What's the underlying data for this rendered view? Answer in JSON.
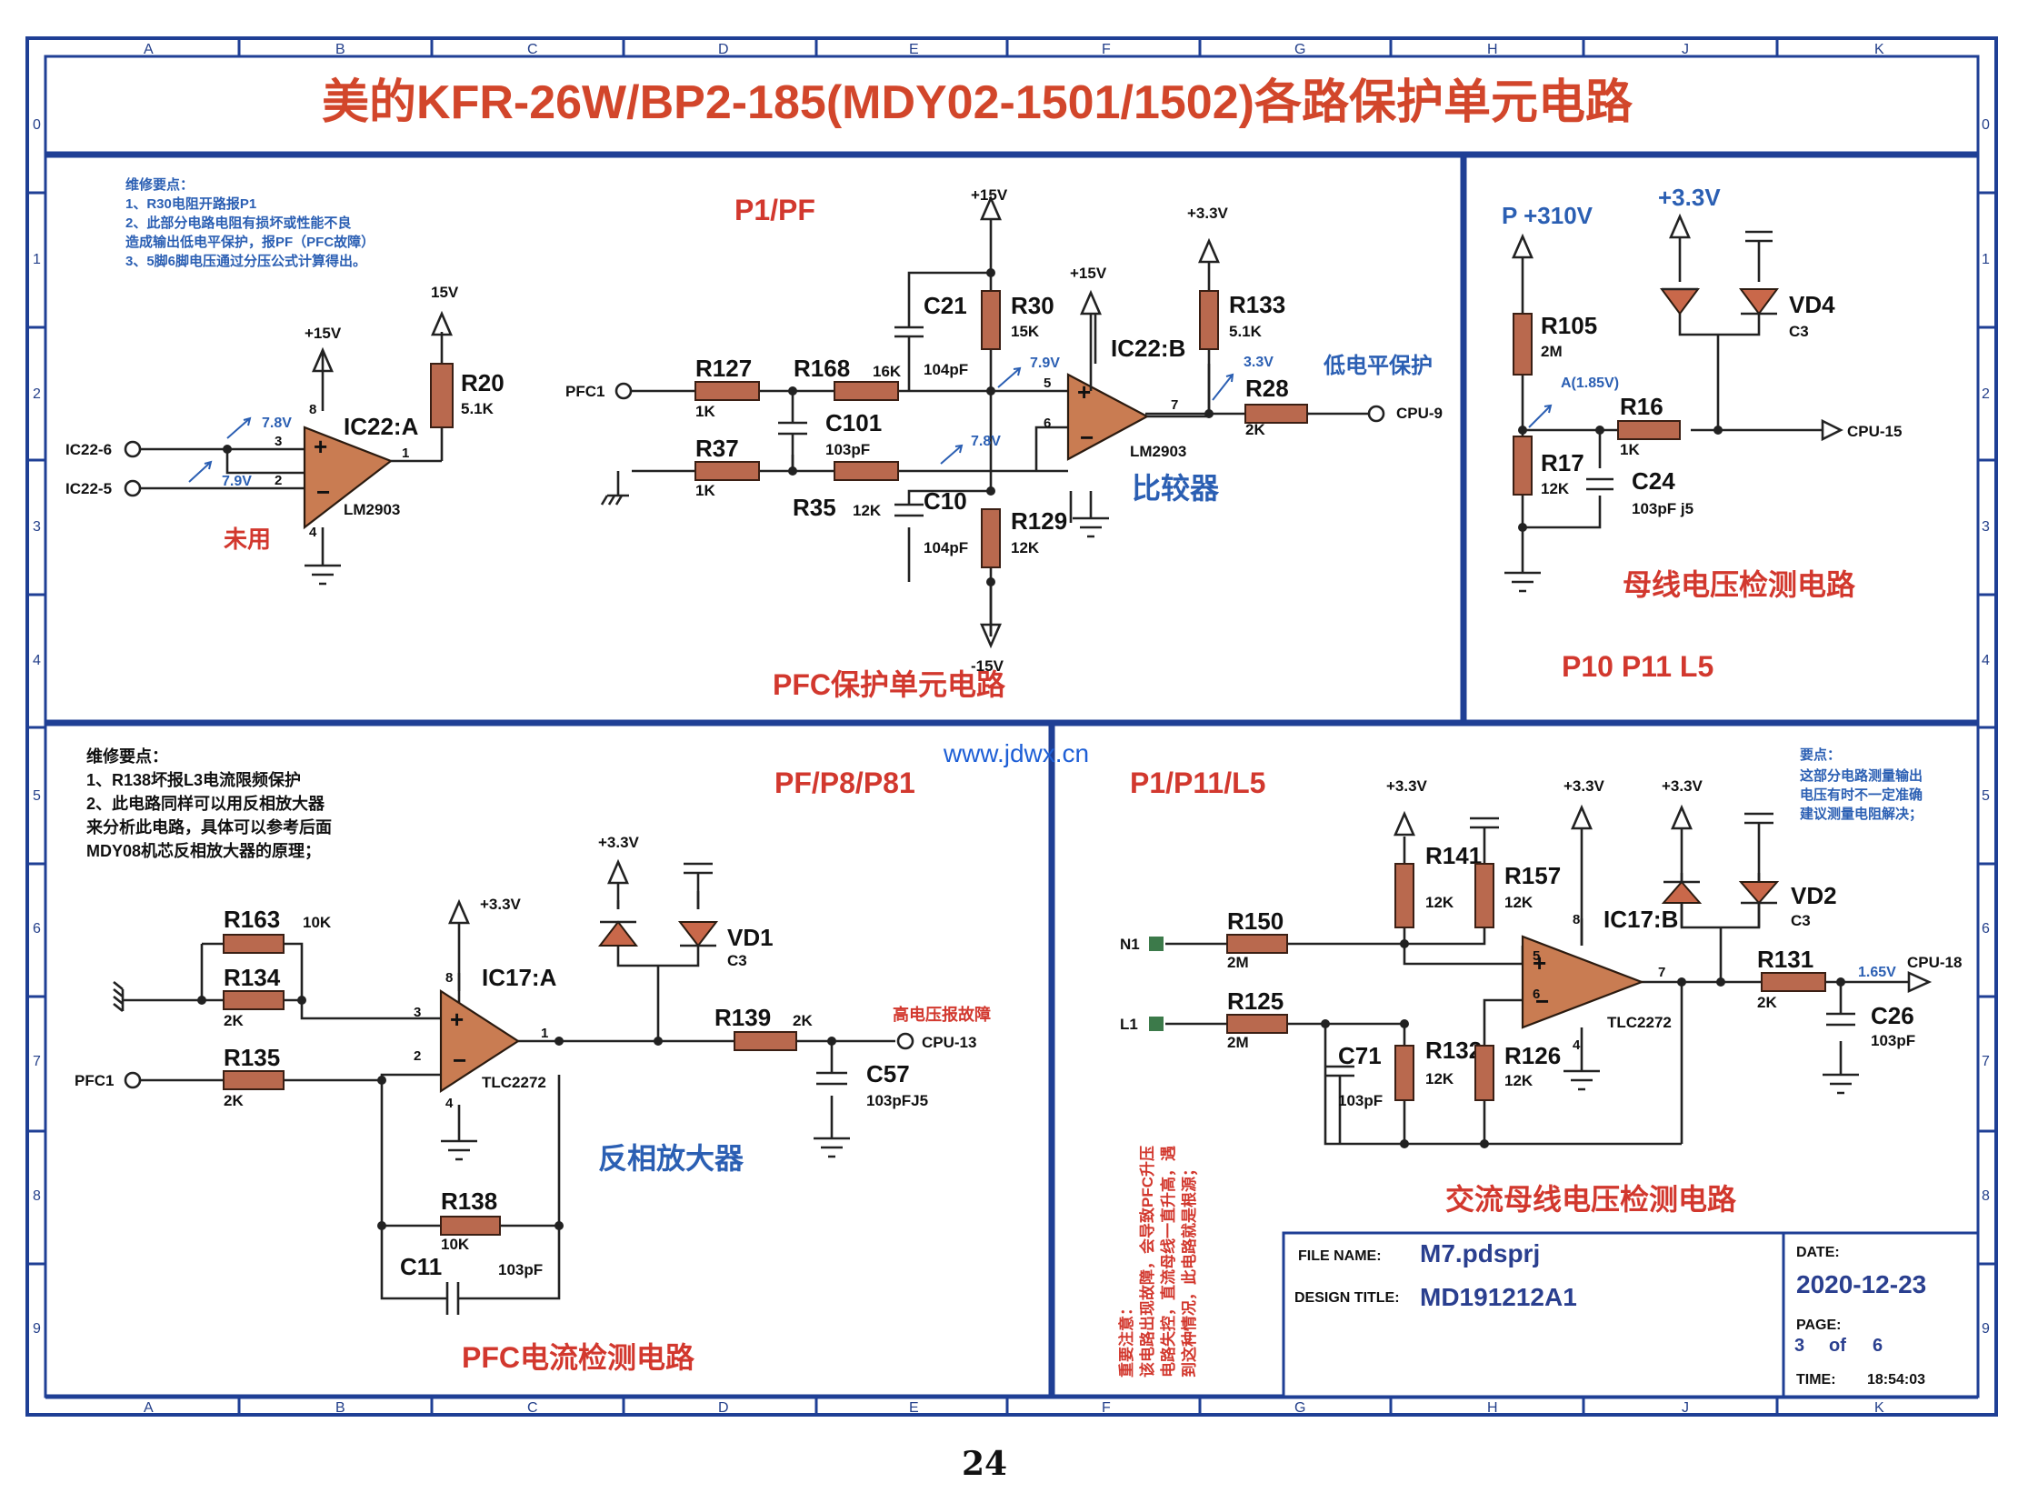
{
  "title": "美的KFR-26W/BP2-185(MDY02-1501/1502)各路保护单元电路",
  "watermark": "www.jdwx.cn",
  "page_number": "24",
  "grid": {
    "columns": [
      "A",
      "B",
      "C",
      "D",
      "E",
      "F",
      "G",
      "H",
      "J",
      "K"
    ],
    "rows": [
      "0",
      "1",
      "2",
      "3",
      "4",
      "5",
      "6",
      "7",
      "8",
      "9"
    ]
  },
  "notes": {
    "top_left": {
      "heading": "维修要点：",
      "lines": [
        "1、R30电阻开路报P1",
        "2、此部分电路电阻有损坏或性能不良",
        "造成输出低电平保护，报PF（PFC故障）",
        "3、5脚6脚电压通过分压公式计算得出。"
      ]
    },
    "bottom_left": {
      "heading": "维修要点：",
      "lines": [
        "1、R138坏报L3电流限频保护",
        "2、此电路同样可以用反相放大器",
        "来分析此电路，具体可以参考后面",
        "MDY08机芯反相放大器的原理；"
      ]
    },
    "bottom_right": {
      "heading": "要点：",
      "lines": [
        "这部分电路测量输出",
        "电压有时不一定准确",
        "建议测量电阻解决；"
      ]
    },
    "vertical": [
      "重要注意：",
      "该电路出现故障，会导致PFC升压",
      "电路失控，直流母线一直升高，遇",
      "到这种情况，此电路就是根源；"
    ]
  },
  "section1": {
    "unused_label": "未用",
    "ic": "IC22:A",
    "ic_type": "LM2903",
    "in1": "IC22-6",
    "in2": "IC22-5",
    "v1": "7.8V",
    "v2": "7.9V",
    "supply": "+15V",
    "supply2": "15V",
    "r20": "R20",
    "r20_val": "5.1K",
    "pins": [
      "3",
      "2",
      "1",
      "8",
      "4"
    ]
  },
  "section2": {
    "code": "P1/PF",
    "caption": "PFC保护单元电路",
    "comparator_label": "比较器",
    "low_level": "低电平保护",
    "ic": "IC22:B",
    "ic_type": "LM2903",
    "pfc1": "PFC1",
    "cpu": "CPU-9",
    "plus15": "+15V",
    "plus15b": "+15V",
    "plus33": "+3.3V",
    "minus15": "-15V",
    "v79": "7.9V",
    "v78": "7.8V",
    "v33": "3.3V",
    "pins": [
      "5",
      "6",
      "7"
    ],
    "parts": {
      "R127": "R127",
      "R127v": "1K",
      "R168": "R168",
      "R168v": "16K",
      "R37": "R37",
      "R37v": "1K",
      "R35": "R35",
      "R35v": "12K",
      "C101": "C101",
      "C101v": "103pF",
      "C21": "C21",
      "C21v": "104pF",
      "C10": "C10",
      "C10v": "104pF",
      "R30": "R30",
      "R30v": "15K",
      "R129": "R129",
      "R129v": "12K",
      "R133": "R133",
      "R133v": "5.1K",
      "R28": "R28",
      "R28v": "2K"
    }
  },
  "section3": {
    "p310": "P +310V",
    "plus33": "+3.3V",
    "vd4": "VD4",
    "vd4v": "C3",
    "r105": "R105",
    "r105v": "2M",
    "a_point": "A(1.85V)",
    "r16": "R16",
    "r16v": "1K",
    "r17": "R17",
    "r17v": "12K",
    "c24": "C24",
    "c24v": "103pF j5",
    "cpu": "CPU-15",
    "caption": "母线电压检测电路",
    "codes": "P10  P11  L5"
  },
  "section4": {
    "code": "PF/P8/P81",
    "caption": "PFC电流检测电路",
    "inv_amp": "反相放大器",
    "fault": "高电压报故障",
    "ic": "IC17:A",
    "ic_type": "TLC2272",
    "plus33a": "+3.3V",
    "plus33b": "+3.3V",
    "pfc1": "PFC1",
    "cpu": "CPU-13",
    "pins": [
      "3",
      "2",
      "1",
      "8",
      "4"
    ],
    "parts": {
      "R163": "R163",
      "R163v": "10K",
      "R134": "R134",
      "R134v": "2K",
      "R135": "R135",
      "R135v": "2K",
      "R138": "R138",
      "R138v": "10K",
      "C11": "C11",
      "C11v": "103pF",
      "VD1": "VD1",
      "VD1v": "C3",
      "R139": "R139",
      "R139v": "2K",
      "C57": "C57",
      "C57v": "103pFJ5"
    }
  },
  "section5": {
    "code": "P1/P11/L5",
    "caption": "交流母线电压检测电路",
    "ic": "IC17:B",
    "ic_type": "TLC2272",
    "n1": "N1",
    "l1": "L1",
    "plus33a": "+3.3V",
    "plus33b": "+3.3V",
    "plus33c": "+3.3V",
    "cpu": "CPU-18",
    "v165": "1.65V",
    "pins": [
      "5",
      "6",
      "7",
      "8",
      "4"
    ],
    "parts": {
      "R141": "R141",
      "R141v": "12K",
      "R157": "R157",
      "R157v": "12K",
      "R150": "R150",
      "R150v": "2M",
      "R125": "R125",
      "R125v": "2M",
      "C71": "C71",
      "C71v": "103pF",
      "R132": "R132",
      "R132v": "12K",
      "R126": "R126",
      "R126v": "12K",
      "VD2": "VD2",
      "VD2v": "C3",
      "R131": "R131",
      "R131v": "2K",
      "C26": "C26",
      "C26v": "103pF"
    }
  },
  "titleblock": {
    "file_name_label": "FILE NAME:",
    "file_name": "M7.pdsprj",
    "design_title_label": "DESIGN TITLE:",
    "design_title": "MD191212A1",
    "date_label": "DATE:",
    "date": "2020-12-23",
    "page_label": "PAGE:",
    "page": "3",
    "of": "of",
    "pages": "6",
    "time_label": "TIME:",
    "time": "18:54:03"
  },
  "colors": {
    "frame": "#1f3f95",
    "title": "#d2462b",
    "resistor": "#b9694e",
    "opamp": "#c97c52",
    "note_blue": "#2b5fb3"
  }
}
